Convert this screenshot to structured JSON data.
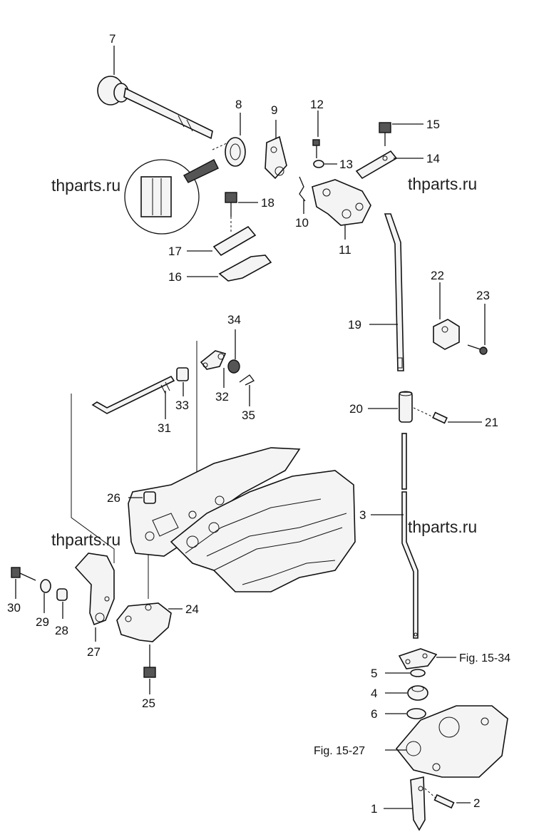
{
  "watermark": "thparts.ru",
  "callouts": {
    "c1": "1",
    "c2": "2",
    "c3": "3",
    "c4": "4",
    "c5": "5",
    "c6": "6",
    "c7": "7",
    "c8": "8",
    "c9": "9",
    "c10": "10",
    "c11": "11",
    "c12": "12",
    "c13": "13",
    "c14": "14",
    "c15": "15",
    "c16": "16",
    "c17": "17",
    "c18": "18",
    "c19": "19",
    "c20": "20",
    "c21": "21",
    "c22": "22",
    "c23": "23",
    "c24": "24",
    "c25": "25",
    "c26": "26",
    "c27": "27",
    "c28": "28",
    "c29": "29",
    "c30": "30",
    "c31": "31",
    "c32": "32",
    "c33": "33",
    "c34": "34",
    "c35": "35"
  },
  "refs": {
    "fig_15_34": "Fig. 15-34",
    "fig_15_27": "Fig. 15-27"
  }
}
